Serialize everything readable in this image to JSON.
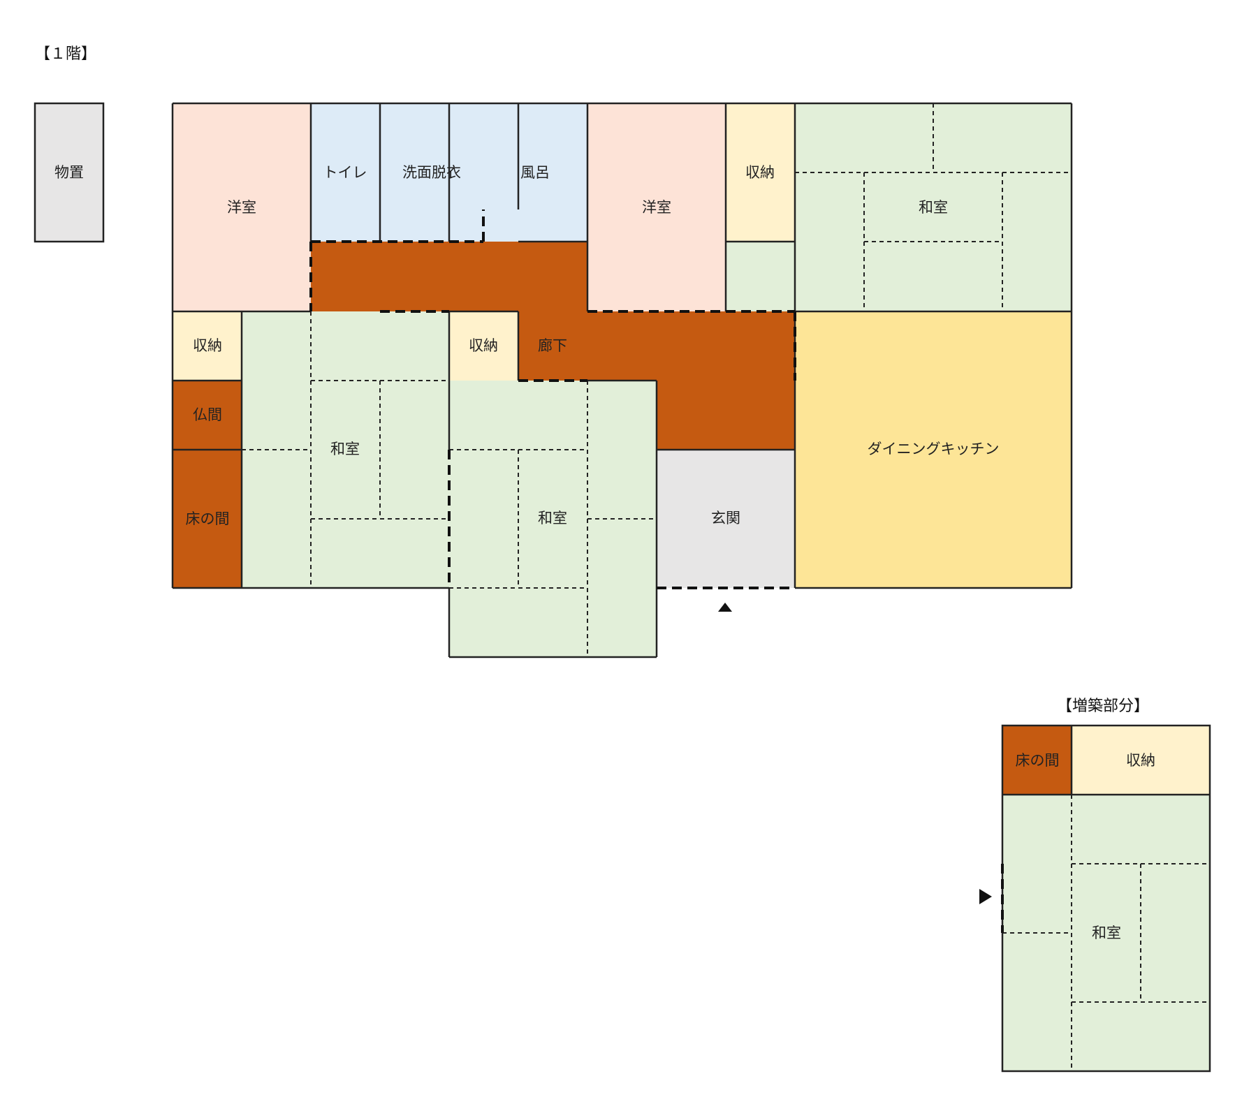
{
  "titles": {
    "floor": "【１階】",
    "annex": "【増築部分】"
  },
  "colors": {
    "western": "#fde3d7",
    "wet": "#ddebf7",
    "storage": "#fff2cc",
    "tatami": "#e2efd9",
    "wood": "#c55a11",
    "entry": "#e7e6e6",
    "dining": "#fde597",
    "line": "#222222"
  },
  "rooms": {
    "shed": "物置",
    "western_1": "洋室",
    "toilet": "トイレ",
    "washroom": "洗面脱衣",
    "bath": "風呂",
    "western_2": "洋室",
    "storage_top": "収納",
    "washitsu_ne": "和室",
    "storage_left": "収納",
    "butsuma": "仏間",
    "tokonoma": "床の間",
    "washitsu_w": "和室",
    "storage_mid": "収納",
    "hallway": "廊下",
    "washitsu_c": "和室",
    "genkan": "玄関",
    "dining": "ダイニングキッチン",
    "annex_tokonoma": "床の間",
    "annex_storage": "収納",
    "annex_washitsu": "和室"
  },
  "markers": {
    "entrance_arrow": "up-triangle",
    "annex_arrow": "right-triangle"
  }
}
